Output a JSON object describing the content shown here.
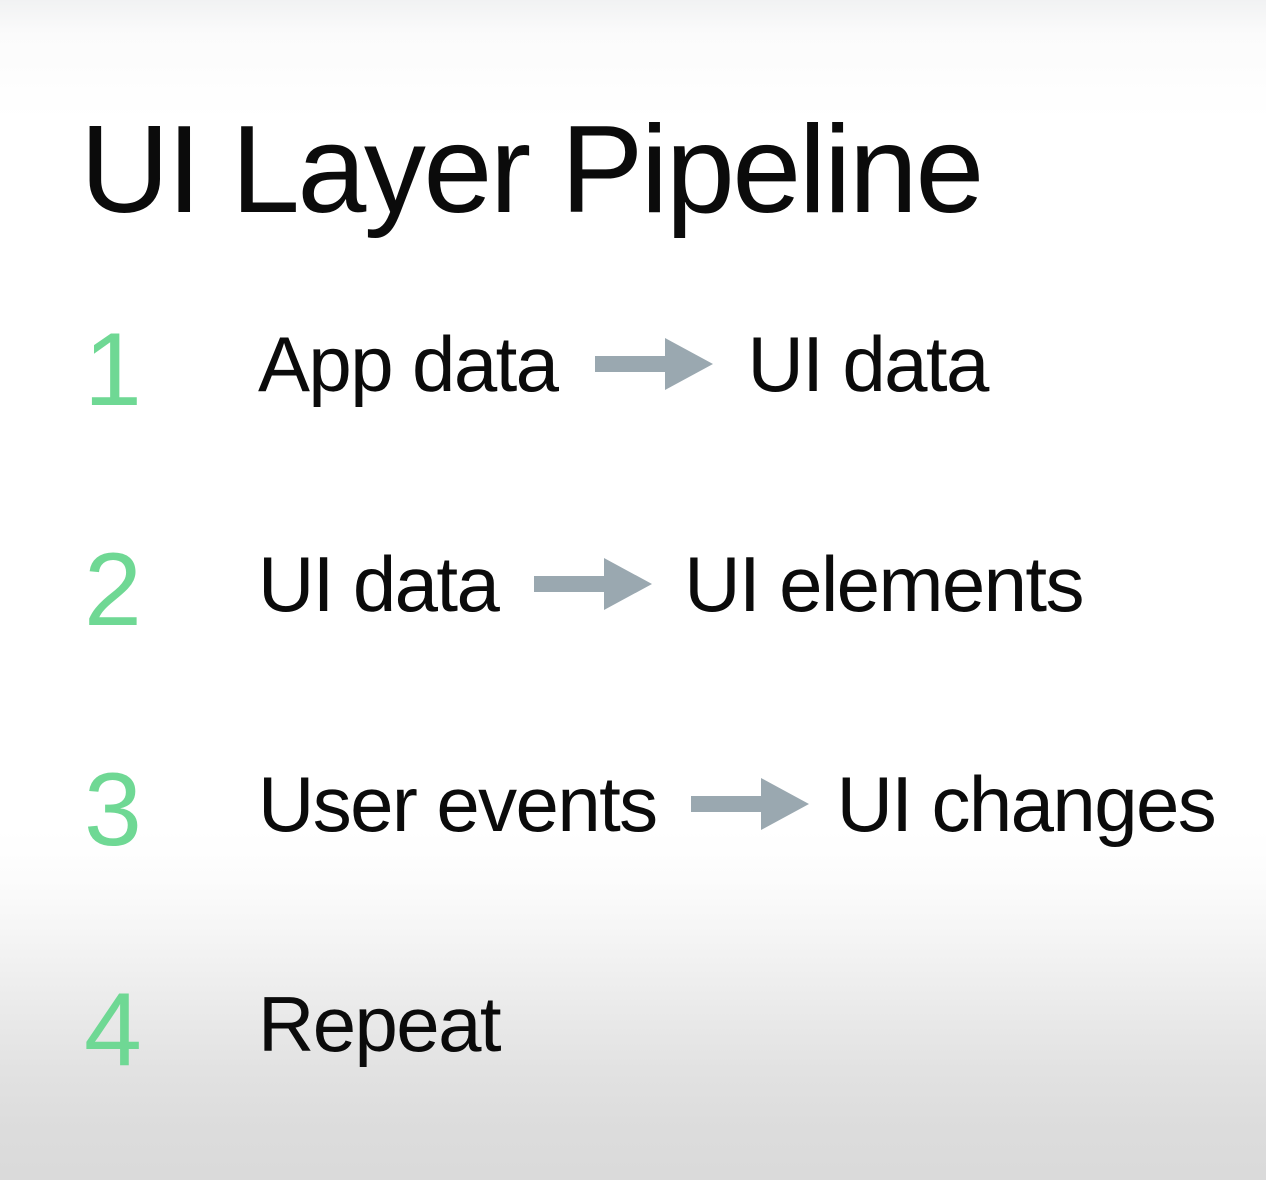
{
  "slide": {
    "title": "UI Layer Pipeline",
    "background_top_color": "#f1f2f3",
    "background_mid_color": "#ffffff",
    "background_bottom_color": "#dcdcdc"
  },
  "theme": {
    "number_color": "#6fd894",
    "text_color": "#0b0b0b",
    "arrow_color": "#9aa8b0"
  },
  "steps": [
    {
      "number": "1",
      "source": "App data",
      "arrow": "right-arrow-icon",
      "target": "UI data",
      "has_arrow": true
    },
    {
      "number": "2",
      "source": "UI data",
      "arrow": "right-arrow-icon",
      "target": "UI elements",
      "has_arrow": true
    },
    {
      "number": "3",
      "source": "User events",
      "arrow": "right-arrow-icon",
      "target": "UI changes",
      "has_arrow": true
    },
    {
      "number": "4",
      "source": "Repeat",
      "arrow": "",
      "target": "",
      "has_arrow": false
    }
  ]
}
